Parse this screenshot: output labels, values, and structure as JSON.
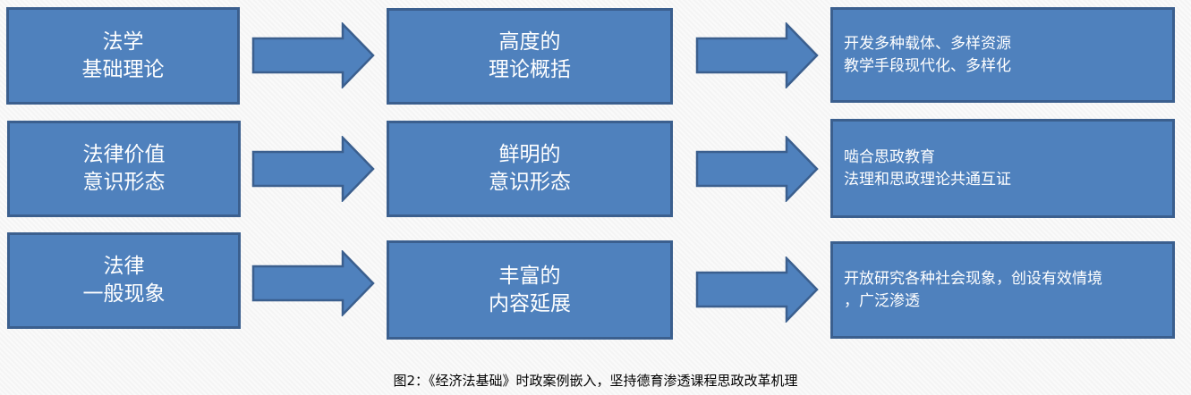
{
  "rows": [
    {
      "left": [
        "法学",
        "基础理论"
      ],
      "middle": [
        "高度的",
        "理论概括"
      ],
      "right": [
        "开发多种载体、多样资源",
        "教学手段现代化、多样化"
      ]
    },
    {
      "left": [
        "法律价值",
        "意识形态"
      ],
      "middle": [
        "鲜明的",
        "意识形态"
      ],
      "right": [
        "啮合思政教育",
        "法理和思政理论共通互证"
      ]
    },
    {
      "left": [
        "法律",
        "一般现象"
      ],
      "middle": [
        "丰富的",
        "内容延展"
      ],
      "right": [
        "开放研究各种社会现象，创设有效情境",
        "，广泛渗透"
      ]
    }
  ],
  "caption": "图2：《经济法基础》时政案例嵌入，坚持德育渗透课程思政改革机理",
  "colors": {
    "box": "#4f81bd",
    "border": "#3b5f8e"
  }
}
